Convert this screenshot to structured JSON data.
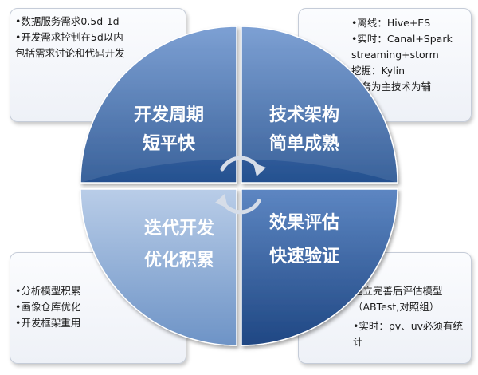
{
  "quadrants": [
    {
      "id": "top-left",
      "lines": [
        "开发周期",
        "短平快"
      ],
      "color_light": "#6f96cf",
      "color_dark": "#24508f"
    },
    {
      "id": "top-right",
      "lines": [
        "技术架构",
        "简单成熟"
      ],
      "color_light": "#6f96cf",
      "color_dark": "#24508f"
    },
    {
      "id": "bottom-left",
      "lines": [
        "迭代开发",
        "优化积累"
      ],
      "color_light": "#b9cde8",
      "color_dark": "#6d93c6"
    },
    {
      "id": "bottom-right",
      "lines": [
        "效果评估",
        "快速验证"
      ],
      "color_light": "#5d86c2",
      "color_dark": "#1f4783"
    }
  ],
  "notes": {
    "top_left": [
      "•数据服务需求0.5d-1d",
      "•开发需求控制在5d以内包括需求讨论和代码开发"
    ],
    "top_right": [
      "•离线：Hive+ES",
      "•实时：Canal+Spark streaming+storm",
      "挖掘：Kylin",
      "业务为主技术为辅"
    ],
    "bottom_left": [
      "•分析模型积累",
      "•画像仓库优化",
      "•开发框架重用"
    ],
    "bottom_right": [
      "建立完善后评估模型（ABTest,对照组）",
      "•实时：pv、uv必须有统计"
    ]
  },
  "cycle_icon": "circular-arrows-icon"
}
